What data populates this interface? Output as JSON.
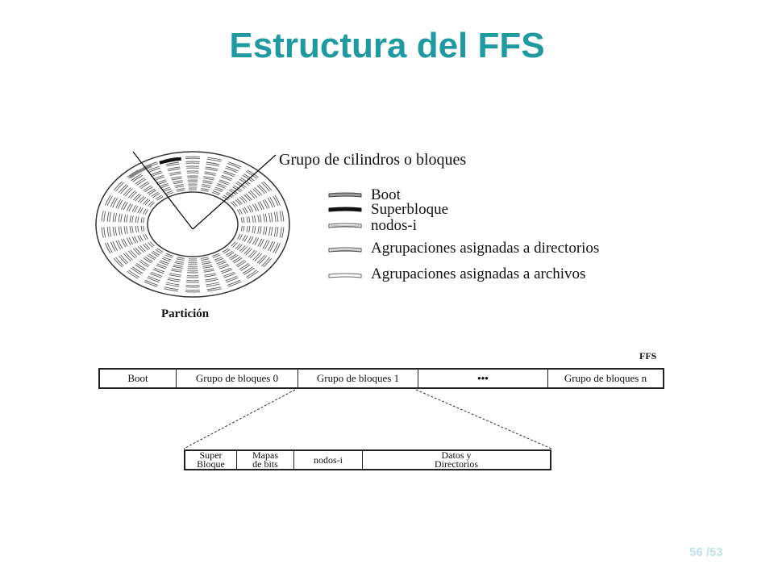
{
  "title": "Estructura del FFS",
  "disk": {
    "label": "Partición",
    "group_label": "Grupo de cilindros o bloques"
  },
  "legend": [
    {
      "label": "Boot",
      "style": "gray"
    },
    {
      "label": "Superbloque",
      "style": "black"
    },
    {
      "label": "nodos-i",
      "style": "hatched"
    },
    {
      "label": "Agrupaciones asignadas a directorios",
      "style": "hatched-dark"
    },
    {
      "label": "Agrupaciones asignadas a archivos",
      "style": "outline"
    }
  ],
  "ffs": {
    "tag": "FFS",
    "cells": [
      "Boot",
      "Grupo de bloques 0",
      "Grupo de bloques 1",
      "•••",
      "Grupo de bloques n"
    ]
  },
  "group_detail": {
    "cells": [
      [
        "Super",
        "Bloque"
      ],
      [
        "Mapas",
        "de bits"
      ],
      [
        "nodos-i"
      ],
      [
        "Datos y",
        "Directorios"
      ]
    ]
  },
  "page": {
    "current": "56",
    "total": "/53"
  },
  "colors": {
    "title": "#1f9aa0",
    "page_number": "#bfe3e5"
  }
}
